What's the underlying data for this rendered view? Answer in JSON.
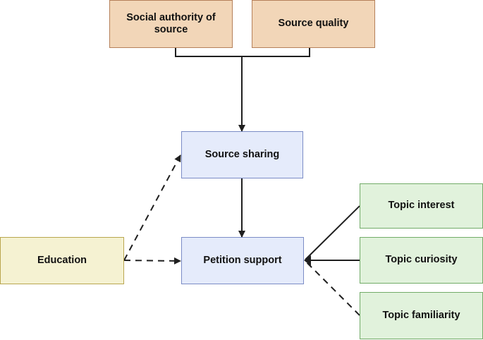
{
  "colors": {
    "source_fill": "#f2d6b8",
    "source_border": "#b5805a",
    "mediator_fill": "#e5ebfb",
    "mediator_border": "#7b8cc6",
    "education_fill": "#f5f2d2",
    "education_border": "#b9a64f",
    "topic_fill": "#e1f2dc",
    "topic_border": "#72ac68",
    "edge": "#1f1f1f"
  },
  "nodes": {
    "social_authority": "Social authority of\nsource",
    "source_quality": "Source quality",
    "source_sharing": "Source sharing",
    "petition_support": "Petition support",
    "education": "Education",
    "topic_interest": "Topic interest",
    "topic_curiosity": "Topic curiosity",
    "topic_familiarity": "Topic familiarity"
  },
  "edges": [
    {
      "from": "social_authority + source_quality",
      "to": "source_sharing",
      "style": "solid"
    },
    {
      "from": "source_sharing",
      "to": "petition_support",
      "style": "solid"
    },
    {
      "from": "education",
      "to": "source_sharing",
      "style": "dashed"
    },
    {
      "from": "education",
      "to": "petition_support",
      "style": "dashed"
    },
    {
      "from": "topic_interest",
      "to": "petition_support",
      "style": "solid"
    },
    {
      "from": "topic_curiosity",
      "to": "petition_support",
      "style": "solid"
    },
    {
      "from": "topic_familiarity",
      "to": "petition_support",
      "style": "dashed"
    }
  ]
}
